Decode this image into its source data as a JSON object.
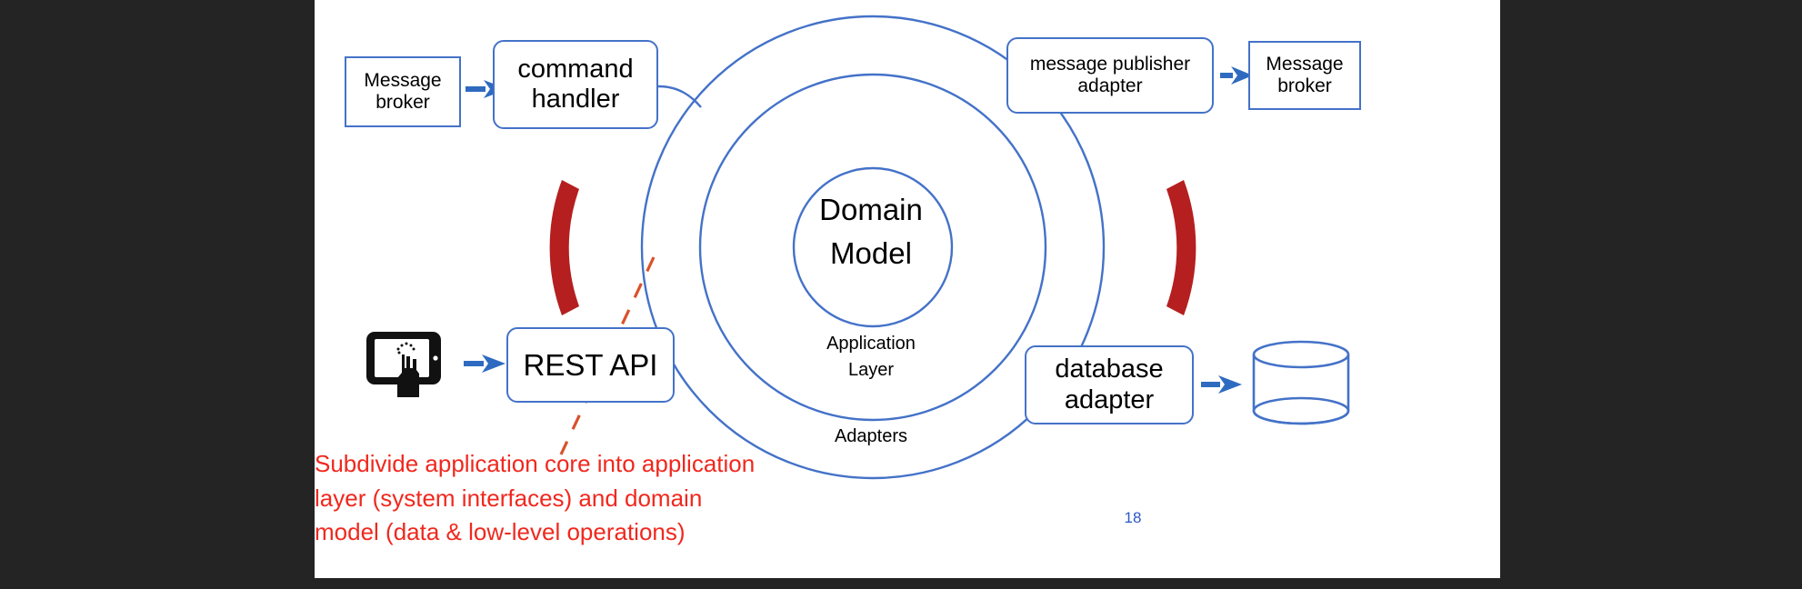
{
  "slide": {
    "page_number": "18",
    "background_color": "#ffffff",
    "app_background_color": "#242424",
    "accent_blue": "#4472c8",
    "accent_red": "#b51f1f",
    "annotation_red": "#f0281e",
    "page_number_color": "#2a58c8"
  },
  "diagram": {
    "type": "hexagonal-architecture-onion",
    "circles": [
      {
        "name": "adapters-ring",
        "label": "Adapters"
      },
      {
        "name": "application-layer-ring",
        "label": "Application\nLayer"
      },
      {
        "name": "domain-model-core",
        "label": "Domain\nModel"
      }
    ],
    "core_label": "Domain\nModel",
    "application_layer_label": "Application\nLayer",
    "adapters_label": "Adapters",
    "boxes": {
      "message_broker_left": "Message\nbroker",
      "command_handler": "command\nhandler",
      "message_publisher_adapter": "message publisher\nadapter",
      "message_broker_right": "Message\nbroker",
      "rest_api": "REST API",
      "database_adapter": "database\nadapter"
    },
    "icons": {
      "tablet_touch": "tablet-touch-icon",
      "database_cylinder": "database-cylinder-icon",
      "arrow_right": "arrow-right-icon"
    },
    "arrows": [
      {
        "name": "arrow-broker-to-command-handler",
        "from": "message_broker_left",
        "to": "command_handler"
      },
      {
        "name": "arrow-tablet-to-rest-api",
        "from": "tablet_touch",
        "to": "rest_api"
      },
      {
        "name": "arrow-publisher-to-broker",
        "from": "message_publisher_adapter",
        "to": "message_broker_right"
      },
      {
        "name": "arrow-db-adapter-to-database",
        "from": "database_adapter",
        "to": "database_cylinder"
      }
    ],
    "highlight_arcs": [
      {
        "name": "left-port-arc",
        "color": "#b51f1f"
      },
      {
        "name": "right-port-arc",
        "color": "#b51f1f"
      }
    ],
    "divider": {
      "name": "dashed-divider-line",
      "color": "#d9512c",
      "style": "dashed"
    }
  },
  "annotation": {
    "text": "Subdivide application core into application layer (system interfaces) and domain model (data & low-level operations)"
  }
}
